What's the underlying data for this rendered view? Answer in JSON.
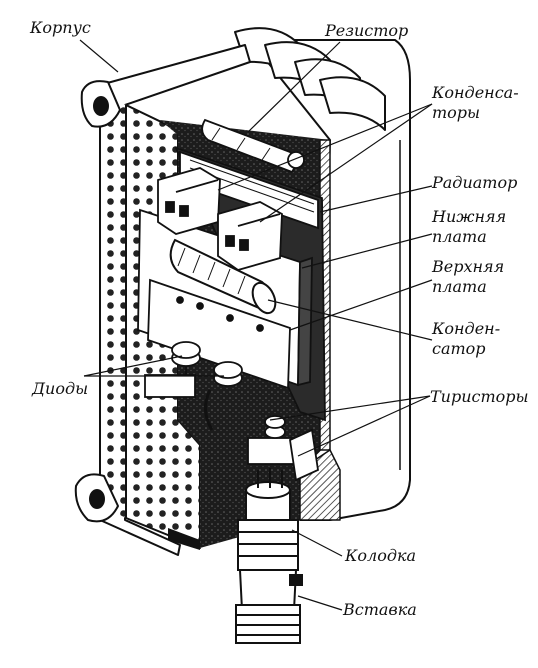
{
  "labels": {
    "korpus": "Корпус",
    "rezistor": "Резистор",
    "kondensatory_1": "Конденса-",
    "kondensatory_2": "торы",
    "radiator": "Радиатор",
    "nizhnyaya_1": "Нижняя",
    "nizhnyaya_2": "плата",
    "verkhnyaya_1": "Верхняя",
    "verkhnyaya_2": "плата",
    "kondensator_1": "Конден-",
    "kondensator_2": "сатор",
    "diody": "Диоды",
    "tiristory": "Тиристоры",
    "kolodka": "Колодка",
    "vstavka": "Вставка"
  },
  "colors": {
    "ink": "#111111",
    "paper": "#ffffff",
    "shade": "#2a2a2a"
  }
}
